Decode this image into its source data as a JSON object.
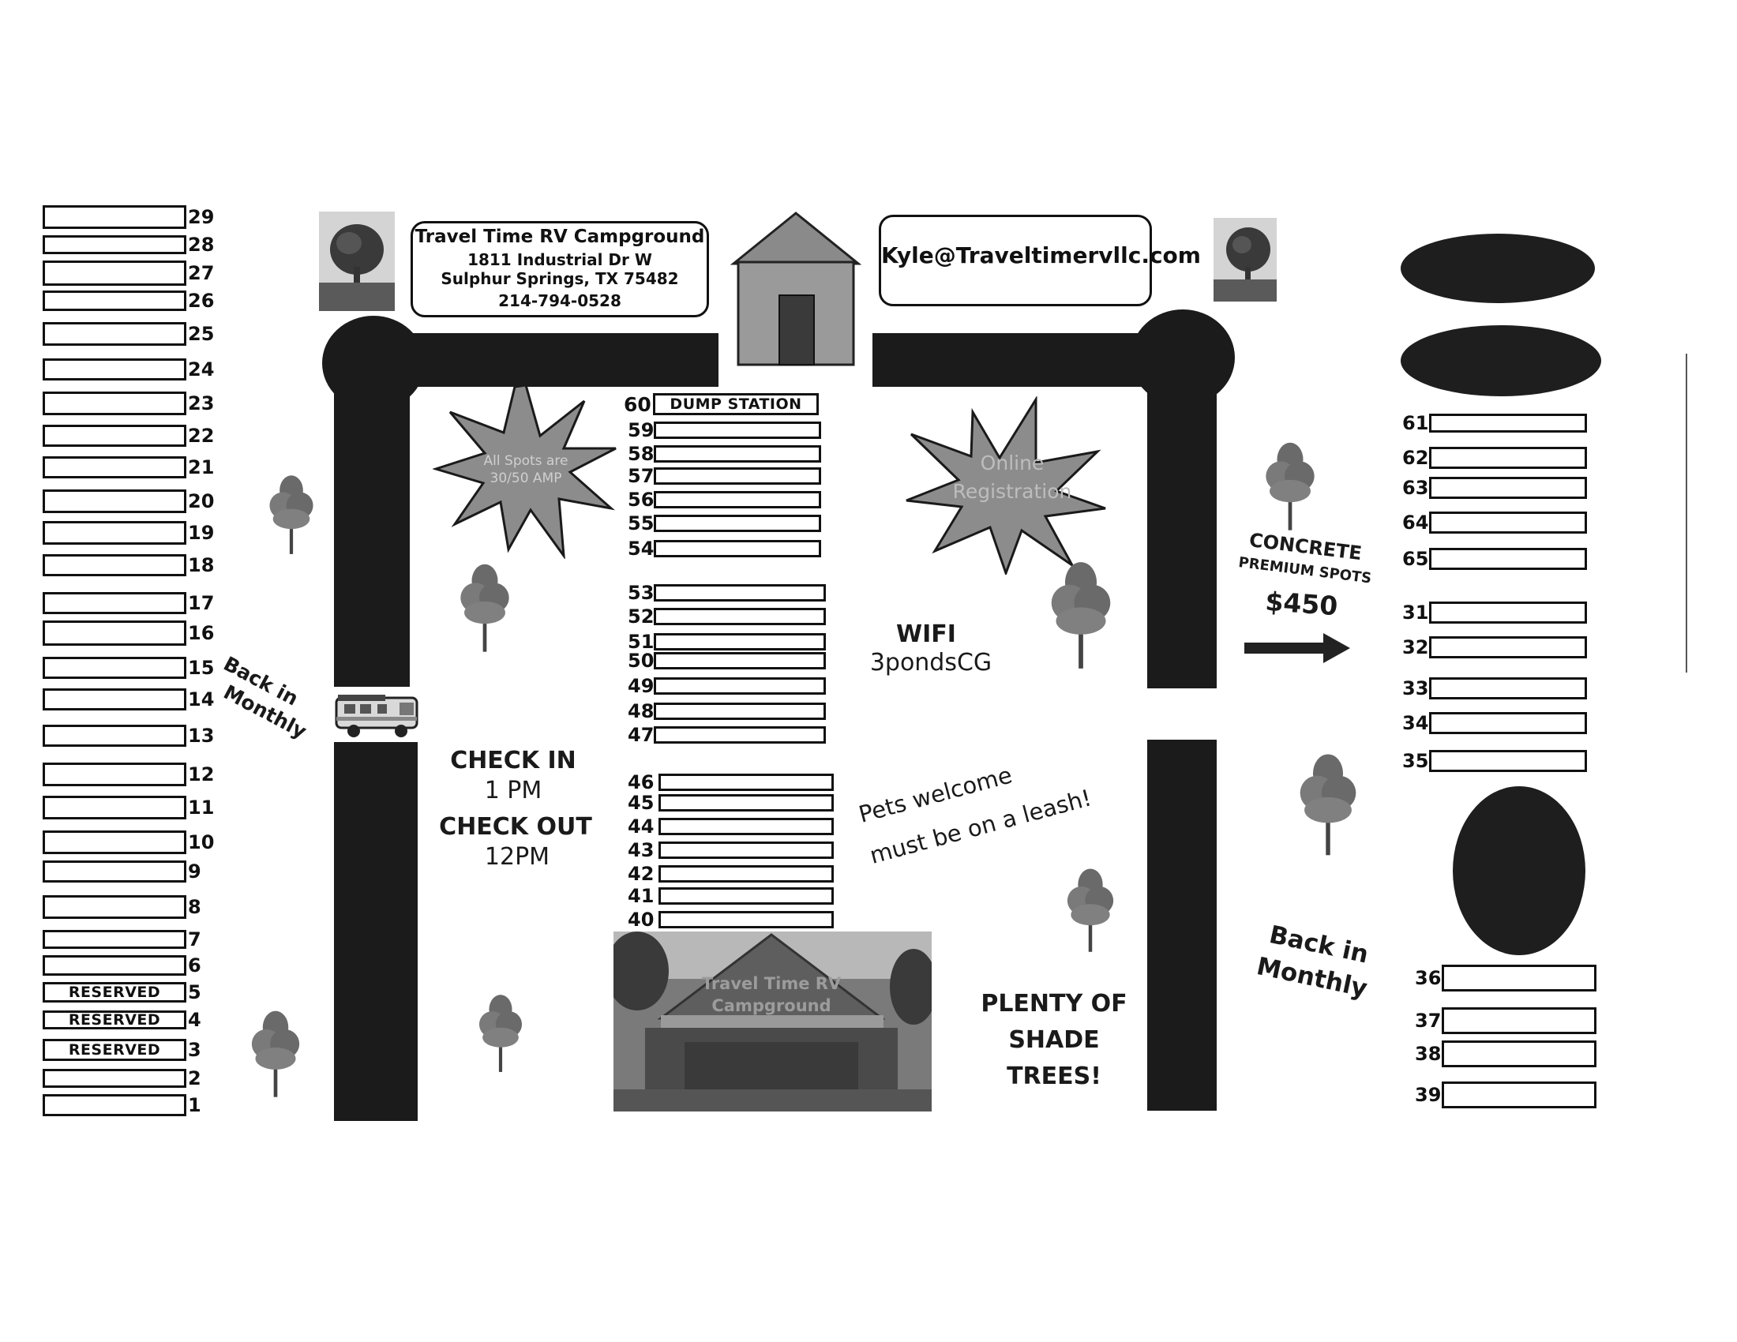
{
  "campground": {
    "name": "Travel Time RV Campground",
    "street": "1811 Industrial Dr W",
    "city": "Sulphur Springs, TX 75482",
    "phone": "214-794-0528",
    "email": "Kyle@Traveltimervllc.com"
  },
  "bursts": {
    "amp_line1": "All Spots are",
    "amp_line2": "30/50 AMP",
    "online_line1": "Online",
    "online_line2": "Registration"
  },
  "labels": {
    "dump_station_num": "60",
    "dump_station": "DUMP STATION",
    "back_in_left_1": "Back in",
    "back_in_left_2": "Monthly",
    "back_in_right_1": "Back in",
    "back_in_right_2": "Monthly",
    "check_in": "CHECK IN",
    "check_in_time": "1 PM",
    "check_out": "CHECK OUT",
    "check_out_time": "12PM",
    "wifi": "WIFI",
    "wifi_network": "3pondsCG",
    "pets_1": "Pets welcome",
    "pets_2": "must be on a leash!",
    "shade_1": "PLENTY OF",
    "shade_2": "SHADE",
    "shade_3": "TREES!",
    "concrete_1": "CONCRETE",
    "concrete_2": "PREMIUM SPOTS",
    "concrete_price": "$450",
    "building_sign_1": "Travel Time RV",
    "building_sign_2": "Campground"
  },
  "sites_left": [
    {
      "num": "29",
      "label": ""
    },
    {
      "num": "28",
      "label": ""
    },
    {
      "num": "27",
      "label": ""
    },
    {
      "num": "26",
      "label": ""
    },
    {
      "num": "25",
      "label": ""
    },
    {
      "num": "24",
      "label": ""
    },
    {
      "num": "23",
      "label": ""
    },
    {
      "num": "22",
      "label": ""
    },
    {
      "num": "21",
      "label": ""
    },
    {
      "num": "20",
      "label": ""
    },
    {
      "num": "19",
      "label": ""
    },
    {
      "num": "18",
      "label": ""
    },
    {
      "num": "17",
      "label": ""
    },
    {
      "num": "16",
      "label": ""
    },
    {
      "num": "15",
      "label": ""
    },
    {
      "num": "14",
      "label": ""
    },
    {
      "num": "13",
      "label": ""
    },
    {
      "num": "12",
      "label": ""
    },
    {
      "num": "11",
      "label": ""
    },
    {
      "num": "10",
      "label": ""
    },
    {
      "num": "9",
      "label": ""
    },
    {
      "num": "8",
      "label": ""
    },
    {
      "num": "7",
      "label": ""
    },
    {
      "num": "6",
      "label": ""
    },
    {
      "num": "5",
      "label": "RESERVED"
    },
    {
      "num": "4",
      "label": "RESERVED"
    },
    {
      "num": "3",
      "label": "RESERVED"
    },
    {
      "num": "2",
      "label": ""
    },
    {
      "num": "1",
      "label": ""
    }
  ],
  "sites_middle": [
    "59",
    "58",
    "57",
    "56",
    "55",
    "54",
    "53",
    "52",
    "51",
    "50",
    "49",
    "48",
    "47",
    "46",
    "45",
    "44",
    "43",
    "42",
    "41",
    "40"
  ],
  "sites_right_top": [
    "61",
    "62",
    "63",
    "64",
    "65",
    "31",
    "32",
    "33",
    "34",
    "35"
  ],
  "sites_right_bottom": [
    "36",
    "37",
    "38",
    "39"
  ]
}
